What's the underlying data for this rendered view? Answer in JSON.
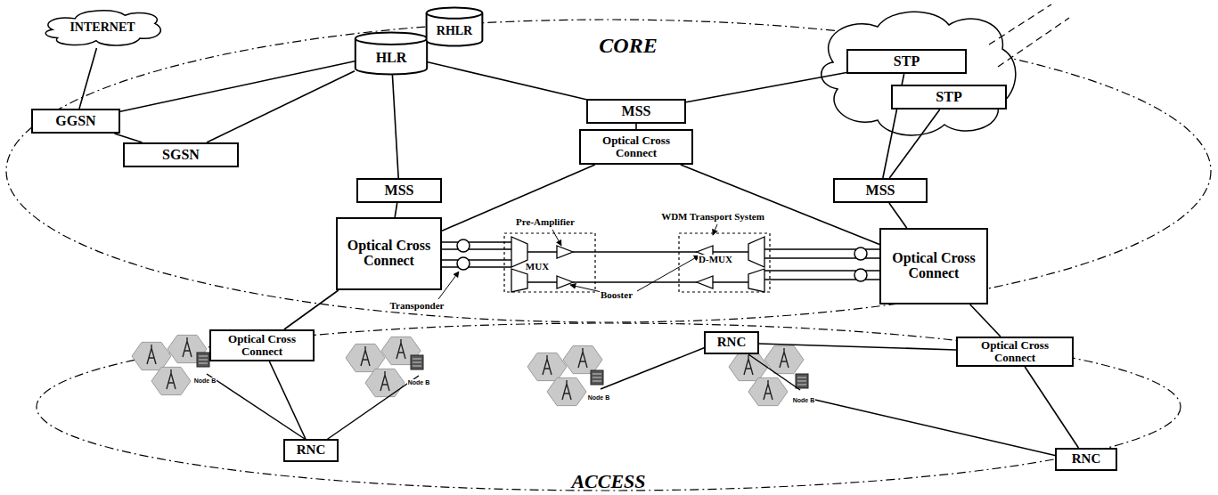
{
  "diagram": {
    "nodes": [
      {
        "text": [
          "INTERNET"
        ]
      },
      {
        "text": [
          "HLR"
        ]
      },
      {
        "text": [
          "RHLR"
        ]
      },
      {
        "text": [
          "GGSN"
        ]
      },
      {
        "text": [
          "SGSN"
        ]
      },
      {
        "text": [
          "MSS"
        ]
      },
      {
        "text": [
          "Optical Cross Connect"
        ]
      },
      {
        "text": [
          "STP"
        ]
      },
      {
        "text": [
          "STP"
        ]
      },
      {
        "text": [
          "MSS"
        ]
      },
      {
        "text": [
          "MSS"
        ]
      },
      {
        "text": [
          "Optical Cross Connect"
        ]
      },
      {
        "text": [
          "Optical Cross Connect"
        ]
      },
      {
        "text": [
          "Optical Cross Connect"
        ]
      },
      {
        "text": [
          "RNC"
        ]
      },
      {
        "text": [
          "RNC"
        ]
      },
      {
        "text": [
          "Optical Cross Connect"
        ]
      },
      {
        "text": [
          "RNC"
        ]
      }
    ],
    "edges": [
      {
        "from": 0,
        "to": 3,
        "arrow": "none"
      },
      {
        "from": 3,
        "to": 1,
        "arrow": "none"
      },
      {
        "from": 3,
        "to": 4,
        "arrow": "none"
      },
      {
        "from": 4,
        "to": 1,
        "arrow": "none"
      },
      {
        "from": 1,
        "to": 9,
        "arrow": "none"
      },
      {
        "from": 1,
        "to": 5,
        "arrow": "none"
      },
      {
        "from": 5,
        "to": 7,
        "arrow": "none"
      },
      {
        "from": 7,
        "to": 10,
        "arrow": "none"
      },
      {
        "from": 8,
        "to": 10,
        "arrow": "none"
      },
      {
        "from": 5,
        "to": 6,
        "arrow": "none"
      },
      {
        "from": 9,
        "to": 11,
        "arrow": "none"
      },
      {
        "from": 6,
        "to": 11,
        "arrow": "none"
      },
      {
        "from": 6,
        "to": 12,
        "arrow": "none"
      },
      {
        "from": 10,
        "to": 12,
        "arrow": "none"
      },
      {
        "from": 11,
        "to": 13,
        "arrow": "none"
      },
      {
        "from": 13,
        "to": 14,
        "arrow": "none"
      },
      {
        "from": 12,
        "to": 16,
        "arrow": "none"
      },
      {
        "from": 16,
        "to": 17,
        "arrow": "none"
      },
      {
        "from": 15,
        "to": 16,
        "arrow": "none"
      }
    ],
    "labels": [
      "CORE",
      "Pre-Amplifier",
      "WDM Transport System",
      "MUX",
      "D-MUX",
      "Transponder",
      "Booster",
      "Node B",
      "Node B",
      "Node B",
      "Node B",
      "ACCESS"
    ]
  }
}
